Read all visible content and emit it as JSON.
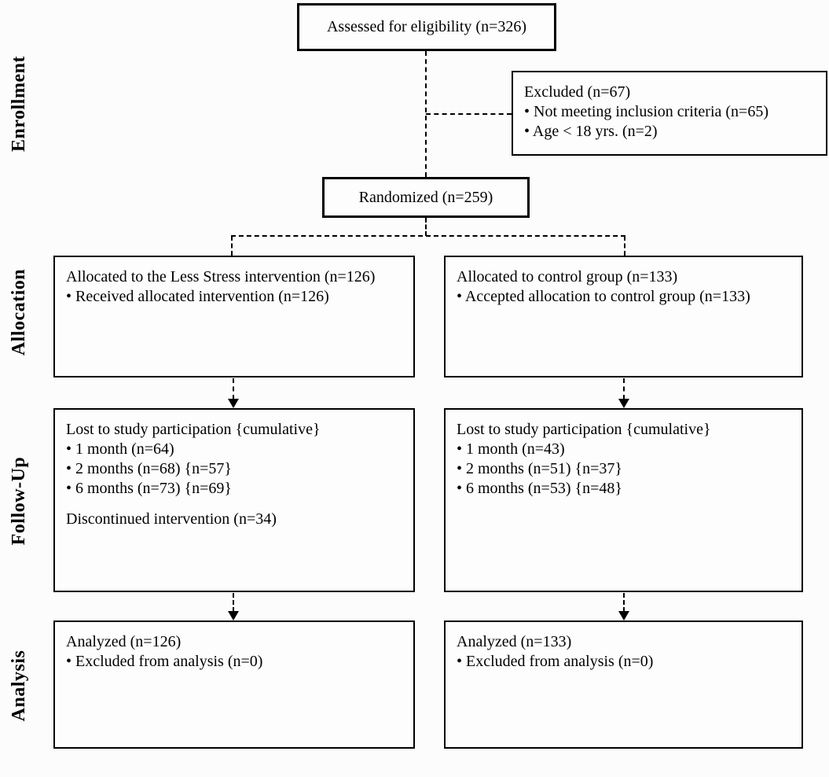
{
  "diagram": {
    "type": "consort-flow",
    "colors": {
      "border": "#000000",
      "text": "#000000",
      "background": "#fcfcfc"
    },
    "stage_labels": {
      "enrollment": "Enrollment",
      "allocation": "Allocation",
      "followup": "Follow-Up",
      "analysis": "Analysis"
    },
    "boxes": {
      "assessed": {
        "title": "Assessed for eligibility (n=326)"
      },
      "excluded": {
        "title": "Excluded  (n=67)",
        "bullets": [
          "• Not meeting inclusion criteria (n=65)",
          "• Age < 18 yrs. (n=2)"
        ]
      },
      "randomized": {
        "title": "Randomized (n=259)"
      },
      "alloc_left": {
        "title": "Allocated to the Less Stress intervention (n=126)",
        "bullets": [
          "• Received allocated intervention (n=126)"
        ]
      },
      "alloc_right": {
        "title": "Allocated to control group (n=133)",
        "bullets": [
          "• Accepted allocation to control group (n=133)"
        ]
      },
      "followup_left": {
        "title": "Lost to study participation {cumulative}",
        "bullets": [
          "• 1 month (n=64)",
          "• 2 months (n=68) {n=57}",
          "• 6 months (n=73) {n=69}"
        ],
        "footer": "Discontinued intervention (n=34)"
      },
      "followup_right": {
        "title": "Lost to study participation {cumulative}",
        "bullets": [
          "• 1 month (n=43)",
          "• 2 months (n=51) {n=37}",
          "• 6 months (n=53) {n=48}"
        ]
      },
      "analysis_left": {
        "title": "Analyzed  (n=126)",
        "bullets": [
          "• Excluded from analysis (n=0)"
        ]
      },
      "analysis_right": {
        "title": "Analyzed  (n=133)",
        "bullets": [
          "• Excluded from analysis (n=0)"
        ]
      }
    }
  }
}
